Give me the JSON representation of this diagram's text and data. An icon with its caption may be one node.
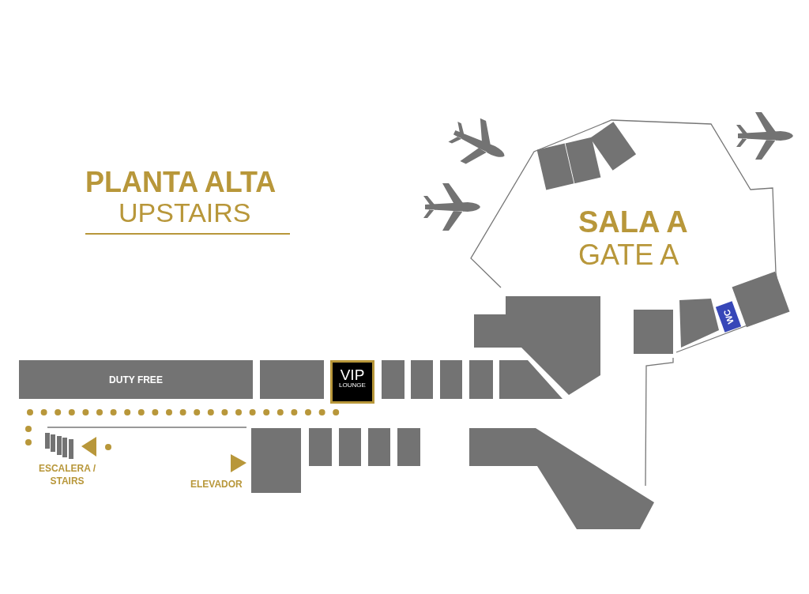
{
  "diagram": {
    "nodes": [
      {
        "text": [
          "SALA A",
          "GATE A"
        ]
      },
      {
        "text": [],
        "shape": "box",
        "in": 0
      },
      {
        "text": [],
        "shape": "box",
        "in": 0
      },
      {
        "text": [],
        "shape": "box",
        "in": 0
      },
      {
        "text": [],
        "shape": "box",
        "in": 0
      },
      {
        "text": [],
        "shape": "box",
        "in": 0
      },
      {
        "text": [
          "WC"
        ],
        "in": 0
      },
      {
        "text": [],
        "shape": "box",
        "in": 0
      },
      {
        "text": [],
        "shape": "box"
      },
      {
        "text": [
          "DUTY FREE"
        ]
      },
      {
        "text": [],
        "shape": "box"
      },
      {
        "text": [
          "VIP",
          "LOUNGE"
        ]
      },
      {
        "text": [],
        "shape": "box"
      },
      {
        "text": [],
        "shape": "box"
      },
      {
        "text": [],
        "shape": "box"
      },
      {
        "text": [],
        "shape": "box"
      },
      {
        "text": [],
        "shape": "box"
      },
      {
        "text": [],
        "shape": "box"
      },
      {
        "text": [],
        "shape": "box"
      },
      {
        "text": [],
        "shape": "box"
      },
      {
        "text": [],
        "shape": "box"
      },
      {
        "text": [],
        "shape": "box"
      },
      {
        "text": [],
        "shape": "box"
      }
    ],
    "labels": [
      "PLANTA ALTA",
      "UPSTAIRS",
      "ESCALERA / STAIRS",
      "ELEVADOR"
    ]
  }
}
